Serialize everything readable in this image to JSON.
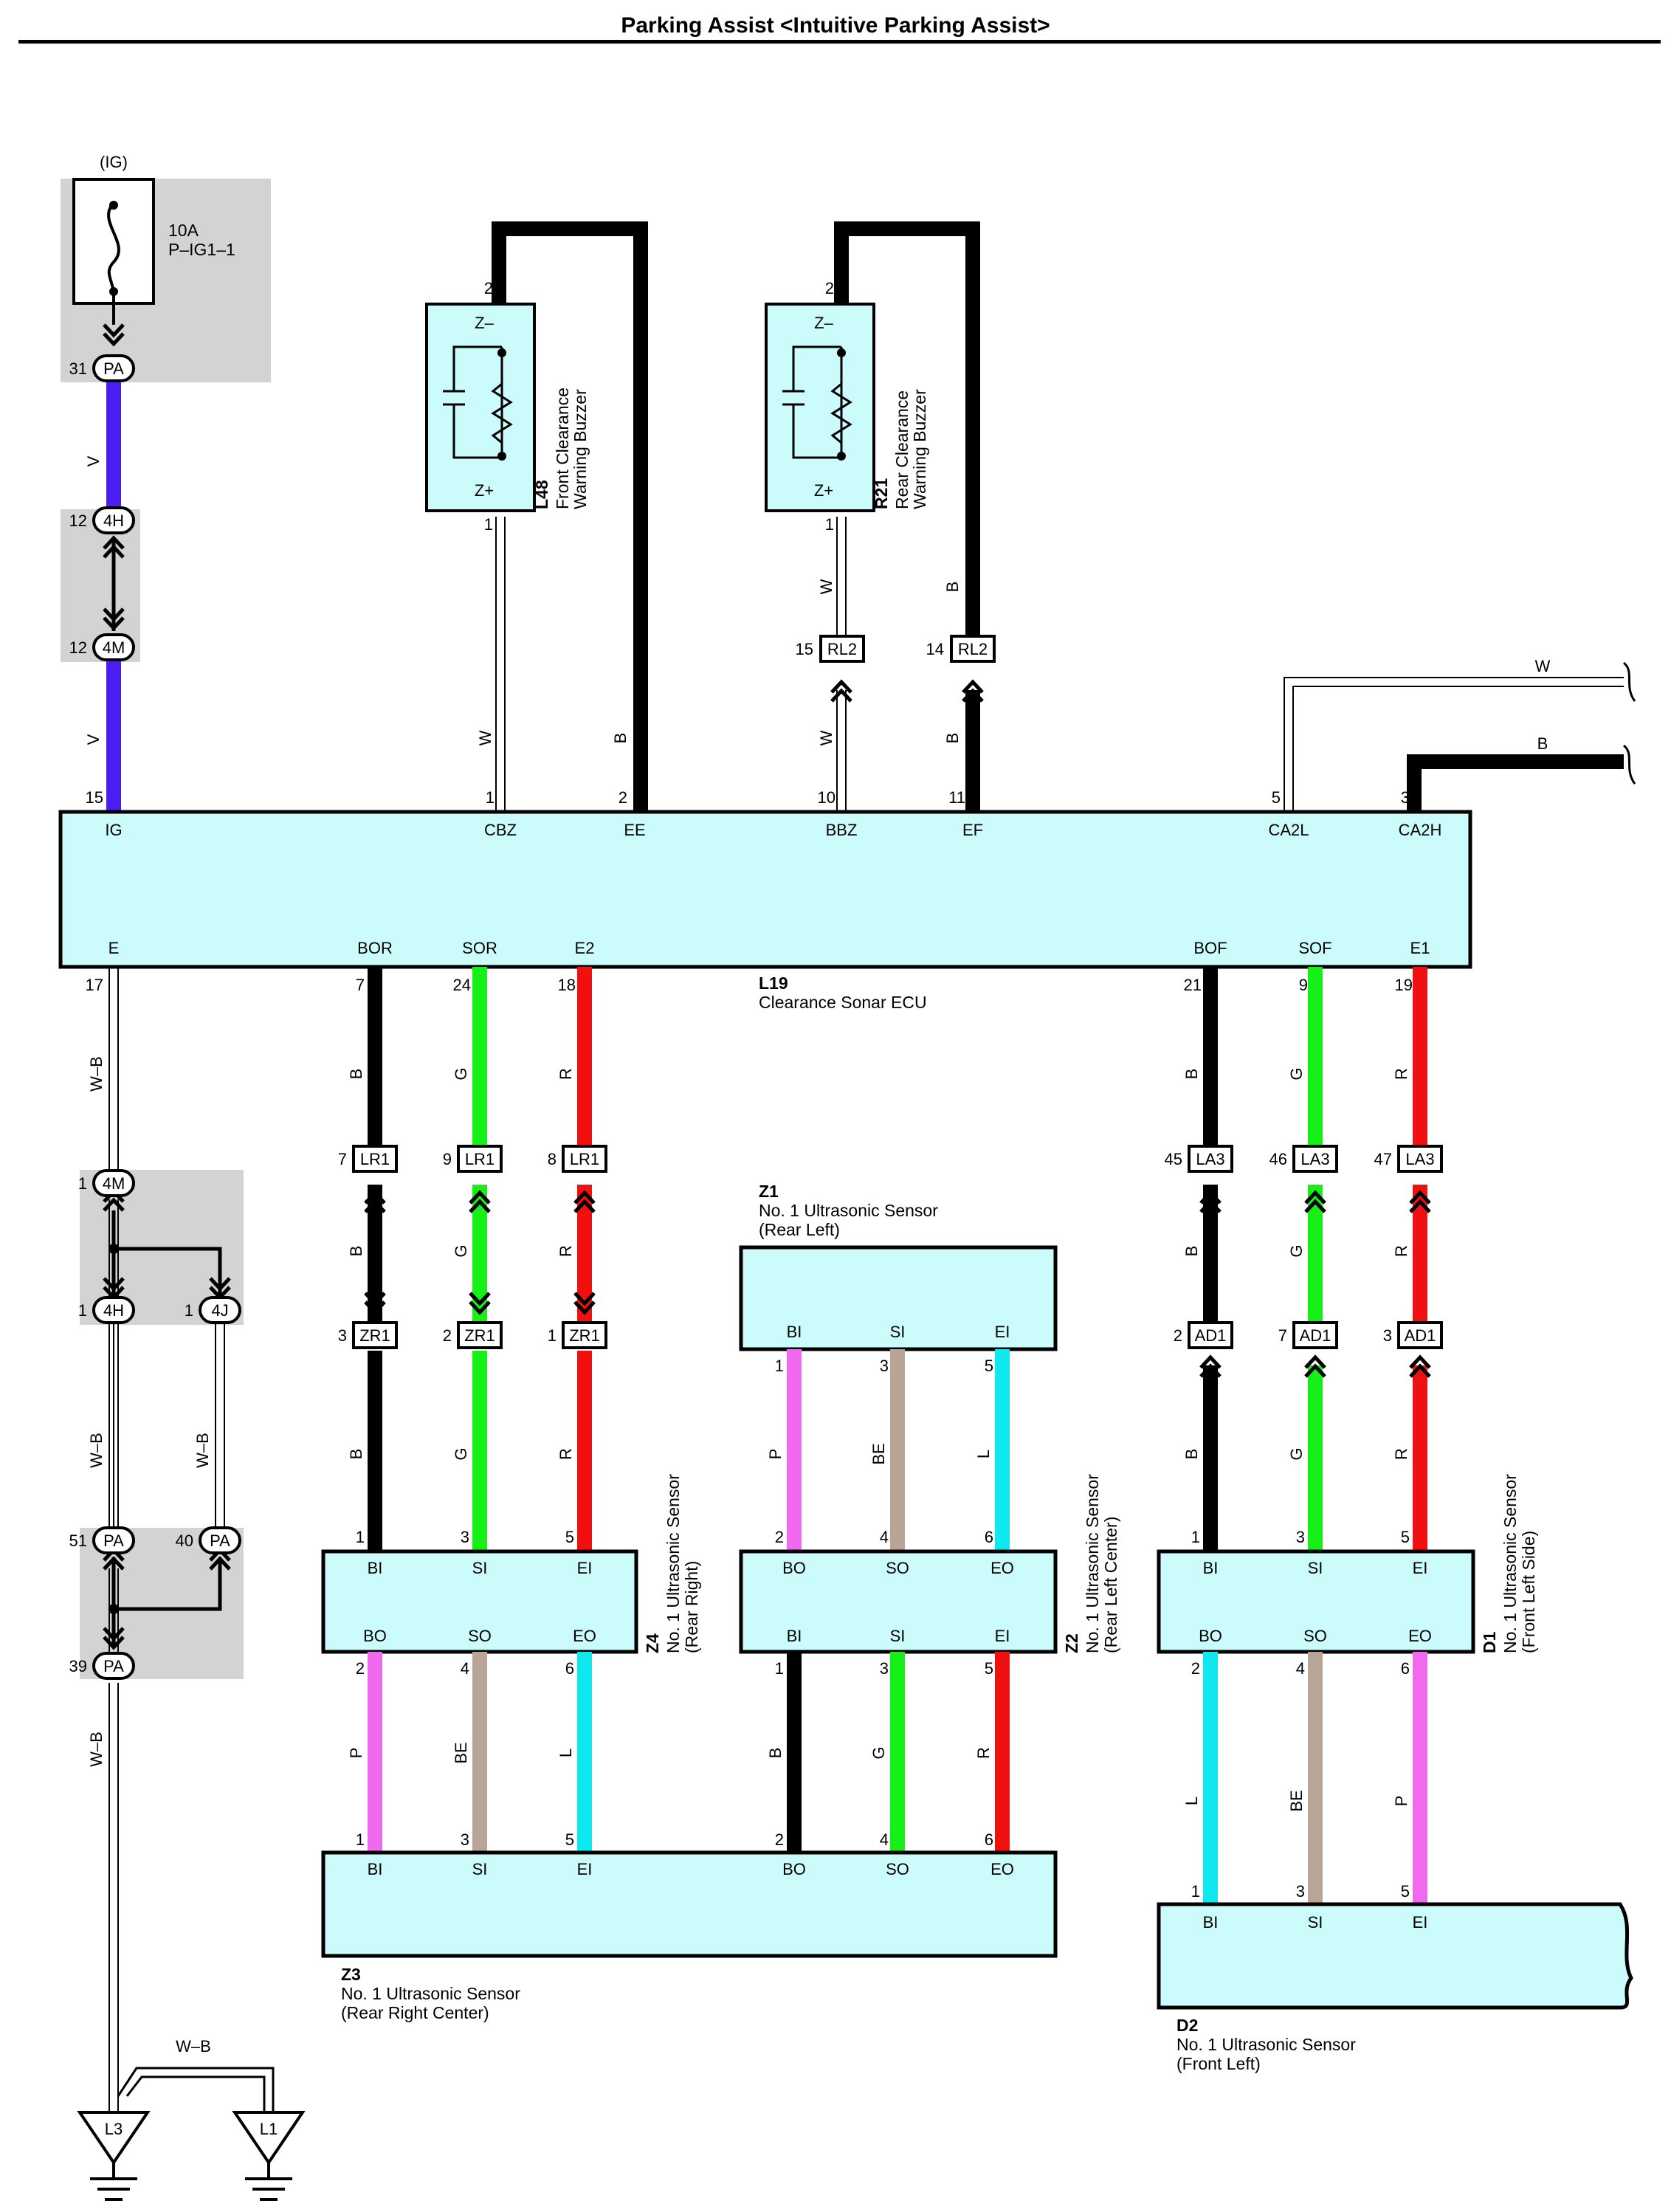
{
  "title": "Parking Assist <Intuitive Parking Assist>",
  "power": {
    "label": "(IG)",
    "fuse_amp": "10A",
    "fuse_name": "P–IG1–1"
  },
  "colors": {
    "V": "#4a1ef0",
    "G": "#17f017",
    "R": "#f01010",
    "B": "#000000",
    "P": "#f06af0",
    "BE": "#b8a596",
    "L": "#10e8f0",
    "W": "#ffffff",
    "W-B": "#ffffff"
  },
  "ecu": {
    "code": "L19",
    "name": "Clearance Sonar ECU",
    "top_terminals": [
      {
        "label": "IG",
        "pin": "15"
      },
      {
        "label": "CBZ",
        "pin": "1"
      },
      {
        "label": "EE",
        "pin": "2"
      },
      {
        "label": "BBZ",
        "pin": "10"
      },
      {
        "label": "EF",
        "pin": "11"
      },
      {
        "label": "CA2L",
        "pin": "5"
      },
      {
        "label": "CA2H",
        "pin": "3"
      }
    ],
    "bottom_terminals": [
      {
        "label": "E",
        "pin": "17"
      },
      {
        "label": "BOR",
        "pin": "7"
      },
      {
        "label": "SOR",
        "pin": "24"
      },
      {
        "label": "E2",
        "pin": "18"
      },
      {
        "label": "BOF",
        "pin": "21"
      },
      {
        "label": "SOF",
        "pin": "9"
      },
      {
        "label": "E1",
        "pin": "19"
      }
    ]
  },
  "buzzers": {
    "front": {
      "code": "L48",
      "name1": "Front Clearance",
      "name2": "Warning Buzzer",
      "pin_top": "2",
      "pin_bottom": "1",
      "z_minus": "Z–",
      "z_plus": "Z+"
    },
    "rear": {
      "code": "R21",
      "name1": "Rear Clearance",
      "name2": "Warning Buzzer",
      "pin_top": "2",
      "pin_bottom": "1",
      "z_minus": "Z–",
      "z_plus": "Z+"
    }
  },
  "connectors": {
    "PA_31": {
      "pin": "31",
      "code": "PA"
    },
    "4H_12": {
      "pin": "12",
      "code": "4H"
    },
    "4M_12": {
      "pin": "12",
      "code": "4M"
    },
    "RL2_15": {
      "pin": "15",
      "code": "RL2"
    },
    "RL2_14": {
      "pin": "14",
      "code": "RL2"
    },
    "LR1_7": {
      "pin": "7",
      "code": "LR1"
    },
    "LR1_9": {
      "pin": "9",
      "code": "LR1"
    },
    "LR1_8": {
      "pin": "8",
      "code": "LR1"
    },
    "ZR1_3": {
      "pin": "3",
      "code": "ZR1"
    },
    "ZR1_2": {
      "pin": "2",
      "code": "ZR1"
    },
    "ZR1_1": {
      "pin": "1",
      "code": "ZR1"
    },
    "LA3_45": {
      "pin": "45",
      "code": "LA3"
    },
    "LA3_46": {
      "pin": "46",
      "code": "LA3"
    },
    "LA3_47": {
      "pin": "47",
      "code": "LA3"
    },
    "AD1_2": {
      "pin": "2",
      "code": "AD1"
    },
    "AD1_7": {
      "pin": "7",
      "code": "AD1"
    },
    "AD1_3": {
      "pin": "3",
      "code": "AD1"
    },
    "4M_1": {
      "pin": "1",
      "code": "4M"
    },
    "4H_1": {
      "pin": "1",
      "code": "4H"
    },
    "4J_1": {
      "pin": "1",
      "code": "4J"
    },
    "PA_51": {
      "pin": "51",
      "code": "PA"
    },
    "PA_40": {
      "pin": "40",
      "code": "PA"
    },
    "PA_39": {
      "pin": "39",
      "code": "PA"
    }
  },
  "wire_labels": {
    "v1": "V",
    "v2": "V",
    "w1": "W",
    "b1": "B",
    "w2": "W",
    "b2": "B",
    "w3": "W",
    "b3": "B",
    "w4": "W",
    "b4": "B",
    "wb1": "W–B",
    "wb2": "W–B",
    "wb3": "W–B",
    "wb4": "W–B",
    "wb5": "W–B",
    "bor1": "B",
    "sor1": "G",
    "e2a": "R",
    "bor2": "B",
    "sor2": "G",
    "e2b": "R",
    "bor3": "B",
    "sor3": "G",
    "e2c": "R",
    "bof1": "B",
    "sof1": "G",
    "e1a": "R",
    "bof2": "B",
    "sof2": "G",
    "e1b": "R",
    "bof3": "B",
    "sof3": "G",
    "e1c": "R",
    "z1a": "P",
    "z1b": "BE",
    "z1c": "L",
    "z4a": "P",
    "z4b": "BE",
    "z4c": "L",
    "z2a": "B",
    "z2b": "G",
    "z2c": "R",
    "d1a": "L",
    "d1b": "BE",
    "d1c": "P"
  },
  "sensors": {
    "z1": {
      "code": "Z1",
      "name": "No. 1 Ultrasonic Sensor",
      "pos": "(Rear Left)",
      "t": [
        "BI",
        "SI",
        "EI"
      ],
      "p": [
        "1",
        "3",
        "5"
      ]
    },
    "z4": {
      "code": "Z4",
      "name": "No. 1 Ultrasonic Sensor",
      "pos": "(Rear Right)",
      "ti": [
        "BI",
        "SI",
        "EI"
      ],
      "pi": [
        "1",
        "3",
        "5"
      ],
      "to": [
        "BO",
        "SO",
        "EO"
      ],
      "po": [
        "2",
        "4",
        "6"
      ]
    },
    "z2": {
      "code": "Z2",
      "name": "No. 1 Ultrasonic Sensor",
      "pos": "(Rear Left Center)",
      "ti": [
        "BO",
        "SO",
        "EO"
      ],
      "pi": [
        "2",
        "4",
        "6"
      ],
      "to": [
        "BI",
        "SI",
        "EI"
      ],
      "po": [
        "1",
        "3",
        "5"
      ]
    },
    "d1": {
      "code": "D1",
      "name": "No. 1 Ultrasonic Sensor",
      "pos": "(Front Left Side)",
      "ti": [
        "BI",
        "SI",
        "EI"
      ],
      "pi": [
        "1",
        "3",
        "5"
      ],
      "to": [
        "BO",
        "SO",
        "EO"
      ],
      "po": [
        "2",
        "4",
        "6"
      ]
    },
    "z3": {
      "code": "Z3",
      "name": "No. 1 Ultrasonic Sensor",
      "pos": "(Rear Right Center)",
      "t": [
        "BI",
        "SI",
        "EI",
        "BO",
        "SO",
        "EO"
      ],
      "p": [
        "1",
        "3",
        "5",
        "2",
        "4",
        "6"
      ]
    },
    "d2": {
      "code": "D2",
      "name": "No. 1 Ultrasonic Sensor",
      "pos": "(Front Left)",
      "t": [
        "BI",
        "SI",
        "EI"
      ],
      "p": [
        "1",
        "3",
        "5"
      ]
    }
  },
  "grounds": {
    "g1": "L3",
    "g2": "L1"
  }
}
